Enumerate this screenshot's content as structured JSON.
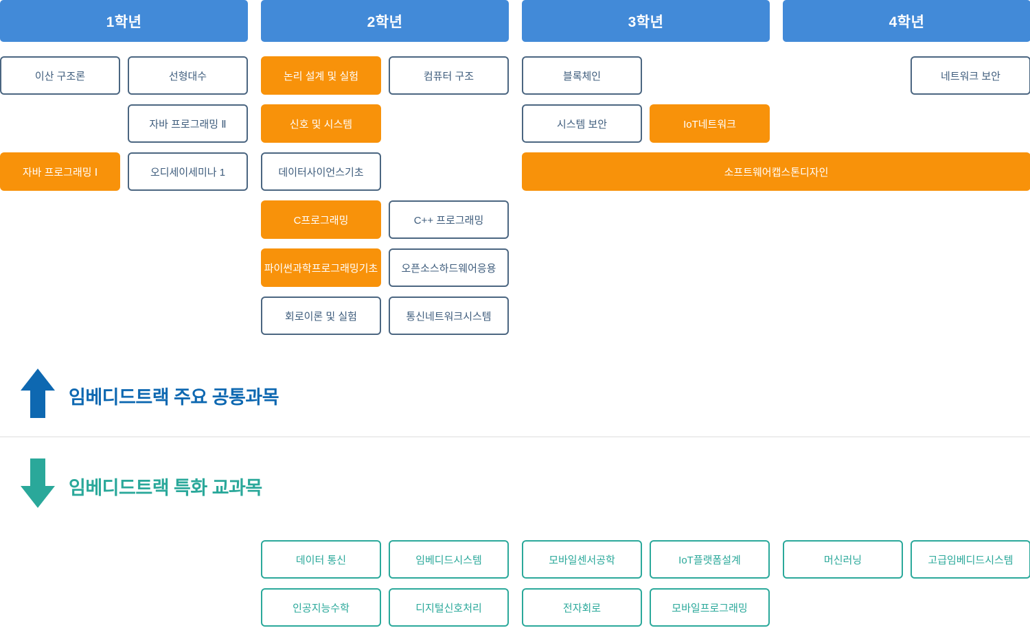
{
  "years": [
    {
      "label": "1학년"
    },
    {
      "label": "2학년"
    },
    {
      "label": "3학년"
    },
    {
      "label": "4학년"
    }
  ],
  "common_section": {
    "title": "임베디드트랙 주요 공통과목",
    "courses": [
      {
        "label": "이산 구조론",
        "highlighted": false
      },
      {
        "label": "선형대수",
        "highlighted": false
      },
      {
        "label": "자바 프로그래밍 Ⅱ",
        "highlighted": false
      },
      {
        "label": "자바 프로그래밍 Ⅰ",
        "highlighted": true
      },
      {
        "label": "오디세이세미나 1",
        "highlighted": false
      },
      {
        "label": "논리 설계 및 실험",
        "highlighted": true
      },
      {
        "label": "컴퓨터 구조",
        "highlighted": false
      },
      {
        "label": "신호 및 시스템",
        "highlighted": true
      },
      {
        "label": "데이터사이언스기초",
        "highlighted": false
      },
      {
        "label": "C프로그래밍",
        "highlighted": true
      },
      {
        "label": "C++ 프로그래밍",
        "highlighted": false
      },
      {
        "label": "파이썬과학프로그래밍기초",
        "highlighted": true
      },
      {
        "label": "오픈소스하드웨어응용",
        "highlighted": false
      },
      {
        "label": "회로이론 및 실험",
        "highlighted": false
      },
      {
        "label": "통신네트워크시스템",
        "highlighted": false
      },
      {
        "label": "블록체인",
        "highlighted": false
      },
      {
        "label": "시스템 보안",
        "highlighted": false
      },
      {
        "label": "IoT네트워크",
        "highlighted": true
      },
      {
        "label": "소프트웨어캡스톤디자인",
        "highlighted": true
      },
      {
        "label": "네트워크 보안",
        "highlighted": false
      }
    ]
  },
  "special_section": {
    "title": "임베디드트랙 특화 교과목",
    "courses": [
      {
        "label": "데이터 통신"
      },
      {
        "label": "임베디드시스템"
      },
      {
        "label": "모바일센서공학"
      },
      {
        "label": "IoT플랫폼설계"
      },
      {
        "label": "머신러닝"
      },
      {
        "label": "고급임베디드시스템"
      },
      {
        "label": "인공지능수학"
      },
      {
        "label": "디지털신호처리"
      },
      {
        "label": "전자회로"
      },
      {
        "label": "모바일프로그래밍"
      }
    ]
  },
  "colors": {
    "year_header_blue": "#428AD8",
    "highlight_orange": "#F8920A",
    "course_border_slate": "#4A6580",
    "course_text_slate": "#3E5C7C",
    "common_accent_blue": "#0E68B1",
    "special_accent_teal": "#2AA89A",
    "divider_gray": "#DDDDDD"
  }
}
